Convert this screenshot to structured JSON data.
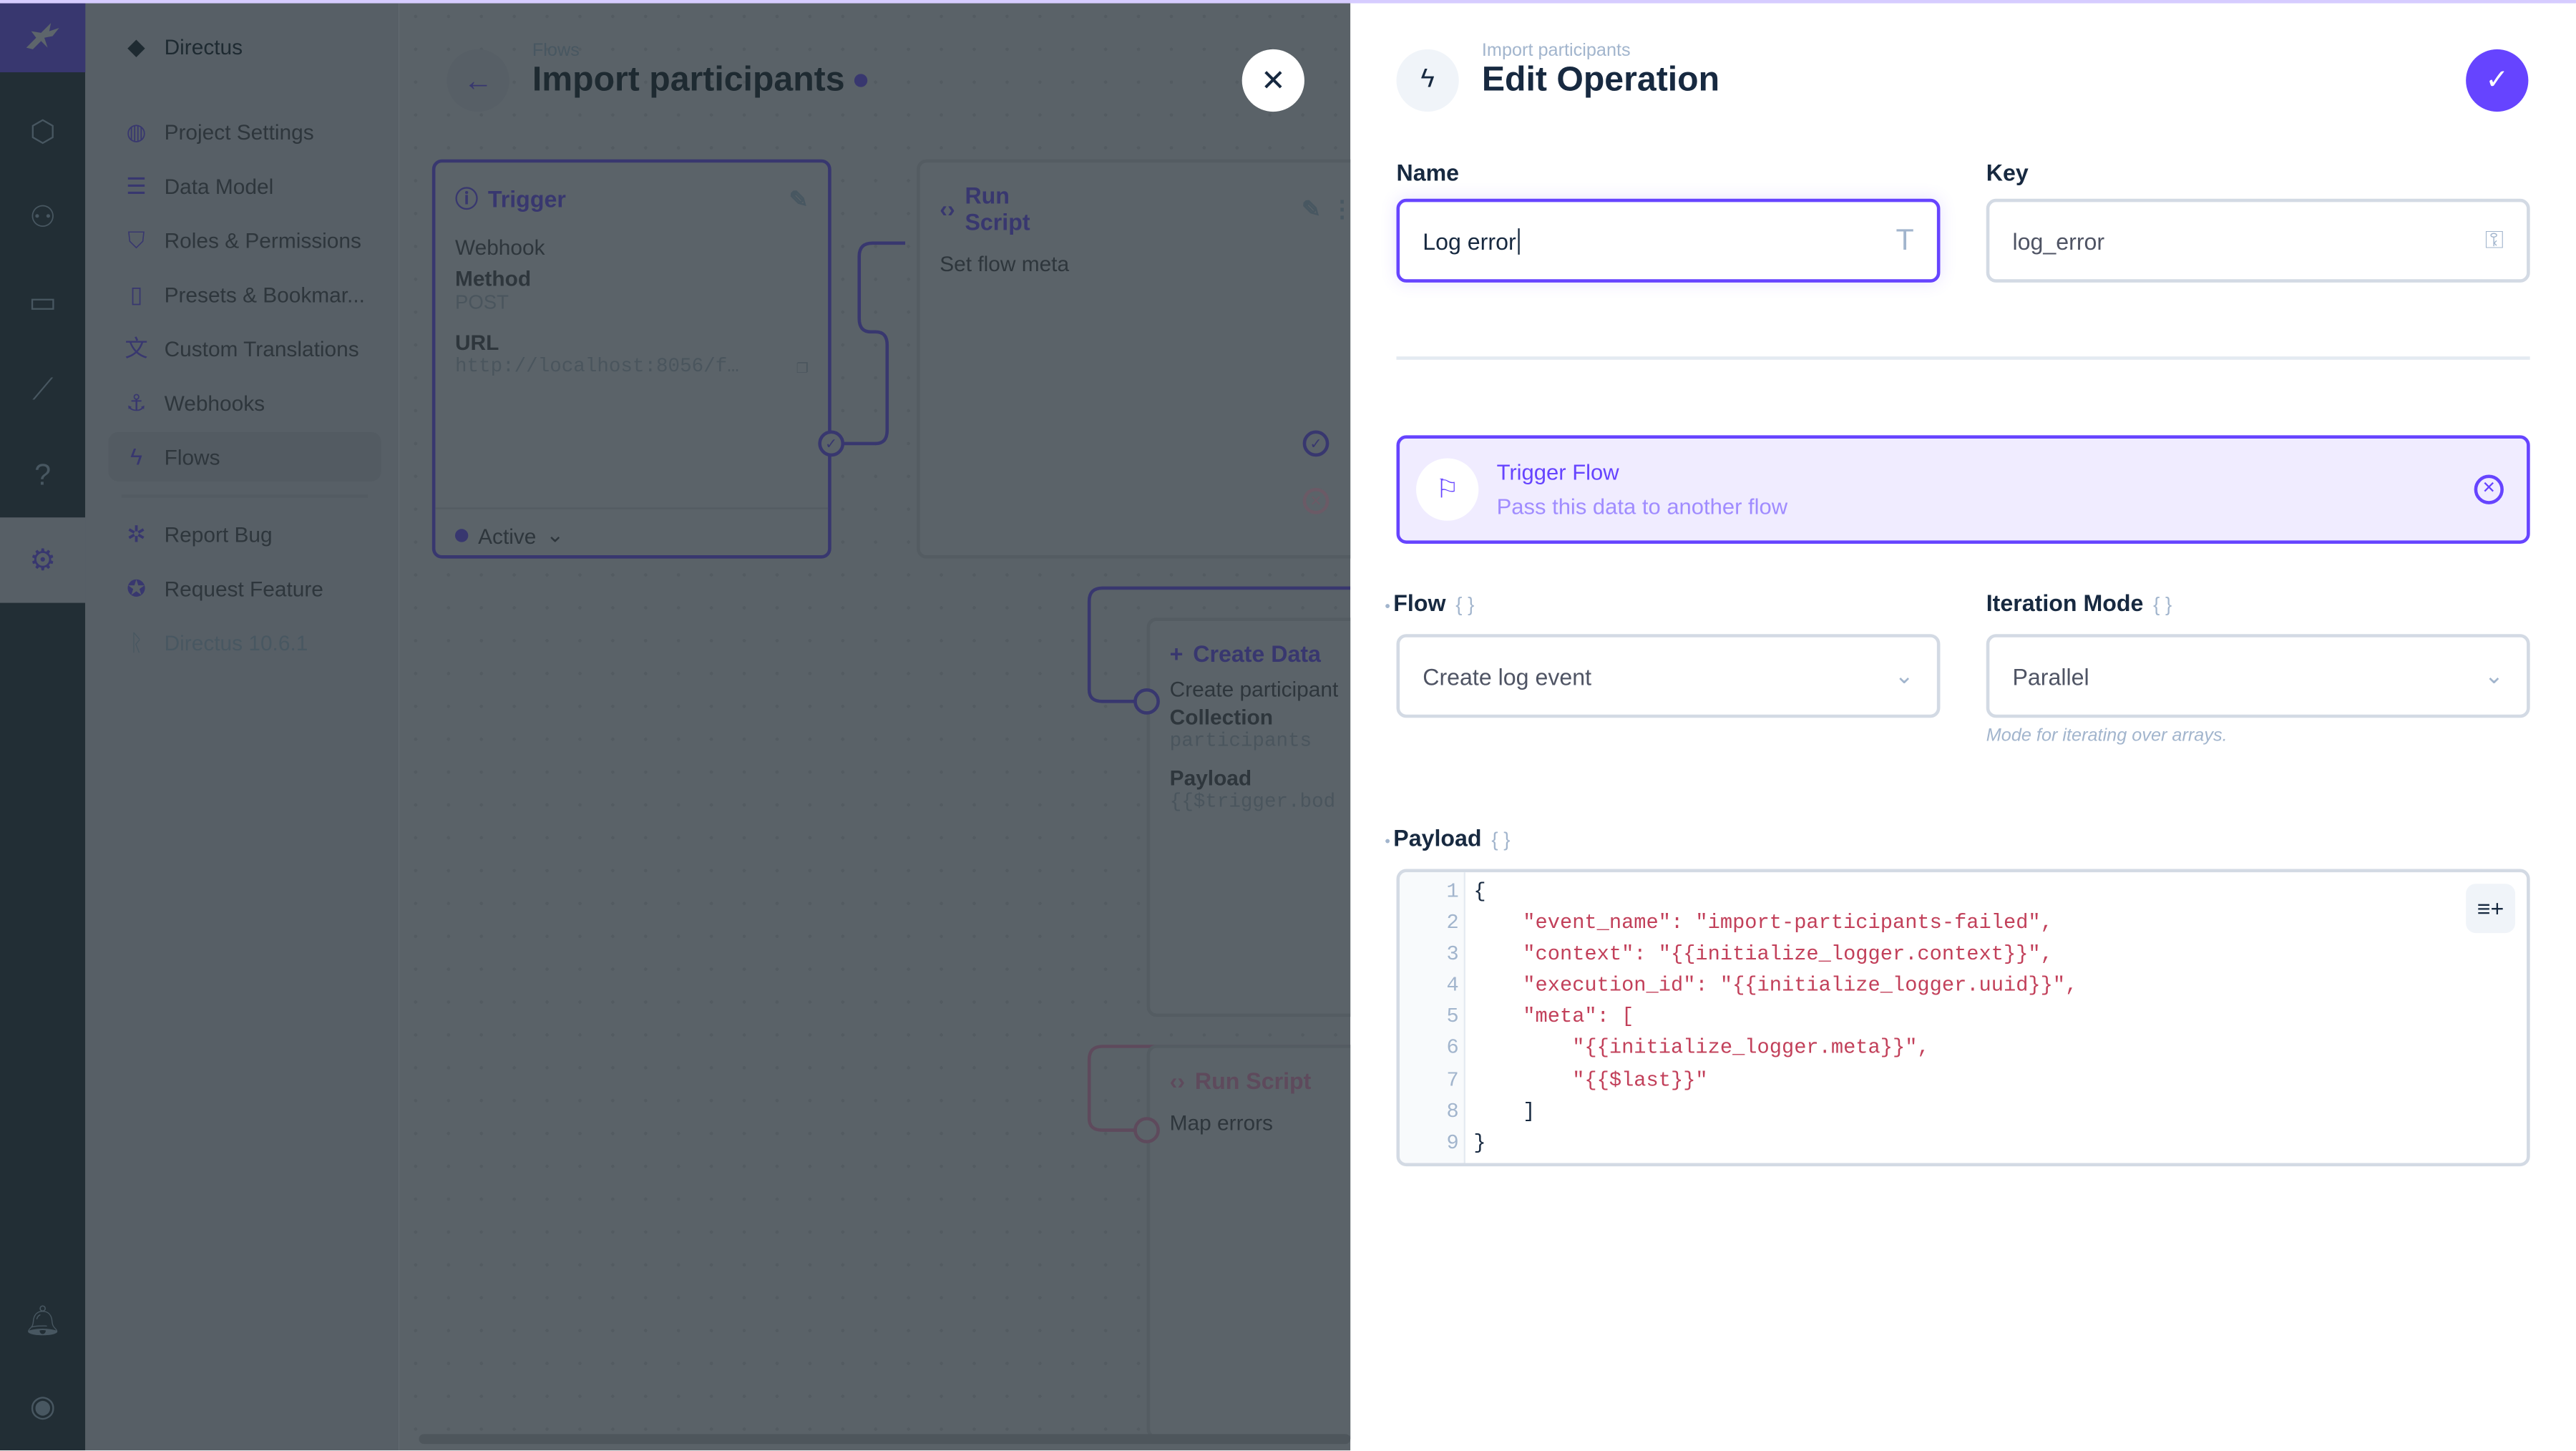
{
  "nav_rail": {
    "logo_icon": "directus-rabbit-icon",
    "items": [
      "content-cube-icon",
      "users-icon",
      "files-folder-icon",
      "insights-chart-icon",
      "help-icon",
      "settings-gear-icon"
    ],
    "active": "settings-gear-icon",
    "bottom": [
      "notifications-bell-icon",
      "user-account-icon"
    ]
  },
  "sidebar": {
    "project_name": "Directus",
    "items": [
      {
        "label": "Project Settings",
        "icon": "globe-icon"
      },
      {
        "label": "Data Model",
        "icon": "list-icon"
      },
      {
        "label": "Roles & Permissions",
        "icon": "shield-lock-icon"
      },
      {
        "label": "Presets & Bookmar...",
        "icon": "bookmark-icon"
      },
      {
        "label": "Custom Translations",
        "icon": "translate-icon"
      },
      {
        "label": "Webhooks",
        "icon": "anchor-icon"
      },
      {
        "label": "Flows",
        "icon": "bolt-icon",
        "active": true
      }
    ],
    "footer_items": [
      {
        "label": "Report Bug",
        "icon": "bug-icon"
      },
      {
        "label": "Request Feature",
        "icon": "verified-icon"
      }
    ],
    "version": "Directus 10.6.1"
  },
  "flow_page": {
    "breadcrumb": "Flows",
    "title": "Import participants",
    "trigger_card": {
      "title": "Trigger",
      "type": "Webhook",
      "method_label": "Method",
      "method_value": "POST",
      "url_label": "URL",
      "url_value": "http://localhost:8056/f…",
      "status": "Active"
    },
    "run_script_card": {
      "title": "Run Script",
      "name": "Set flow meta"
    },
    "create_data_card": {
      "title": "Create Data",
      "name": "Create participant",
      "collection_label": "Collection",
      "collection_value": "participants",
      "payload_label": "Payload",
      "payload_value": "{{$trigger.bod"
    },
    "run_script_card_2": {
      "title": "Run Script",
      "name": "Map errors"
    }
  },
  "drawer": {
    "breadcrumb": "Import participants",
    "title": "Edit Operation",
    "header_icon": "bolt-circle-icon",
    "save_icon": "check-icon",
    "name": {
      "label": "Name",
      "value": "Log error",
      "icon": "text-type-icon"
    },
    "key": {
      "label": "Key",
      "value": "log_error",
      "icon": "key-icon"
    },
    "operation": {
      "title": "Trigger Flow",
      "subtitle": "Pass this data to another flow",
      "icon": "flag-icon"
    },
    "flow": {
      "label": "Flow",
      "value": "Create log event"
    },
    "iteration_mode": {
      "label": "Iteration Mode",
      "value": "Parallel",
      "hint": "Mode for iterating over arrays."
    },
    "payload": {
      "label": "Payload",
      "lines": [
        "{",
        "    \"event_name\": \"import-participants-failed\",",
        "    \"context\": \"{{initialize_logger.context}}\",",
        "    \"execution_id\": \"{{initialize_logger.uuid}}\",",
        "    \"meta\": [",
        "        \"{{initialize_logger.meta}}\",",
        "        \"{{$last}}\"",
        "    ]",
        "}"
      ],
      "line_numbers": [
        "1",
        "2",
        "3",
        "4",
        "5",
        "6",
        "7",
        "8",
        "9"
      ]
    }
  },
  "colors": {
    "accent": "#6644ff",
    "string": "#c2405a"
  }
}
